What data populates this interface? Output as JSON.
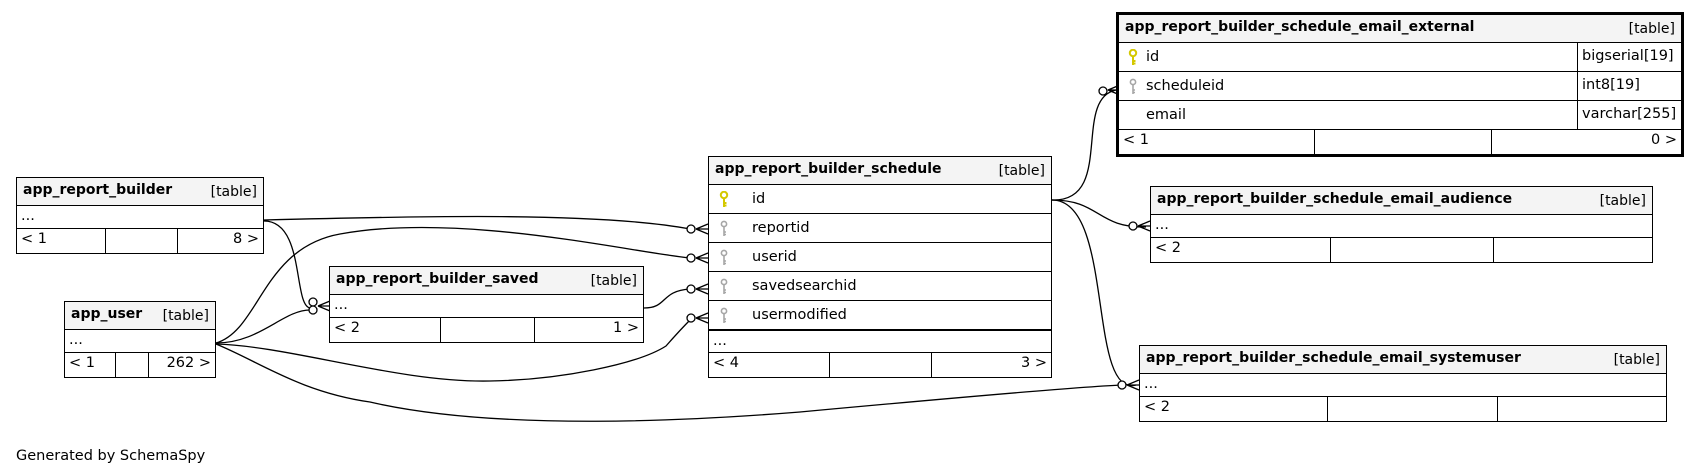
{
  "tables": {
    "report_builder": {
      "name": "app_report_builder",
      "kind": "[table]",
      "ellipsis": "...",
      "prev": "< 1",
      "next": "8 >"
    },
    "user": {
      "name": "app_user",
      "kind": "[table]",
      "ellipsis": "...",
      "prev": "< 1",
      "next": "262 >"
    },
    "saved": {
      "name": "app_report_builder_saved",
      "kind": "[table]",
      "ellipsis": "...",
      "prev": "< 2",
      "next": "1 >"
    },
    "schedule": {
      "name": "app_report_builder_schedule",
      "kind": "[table]",
      "columns": [
        {
          "name": "id",
          "key": "primary"
        },
        {
          "name": "reportid",
          "key": "foreign"
        },
        {
          "name": "userid",
          "key": "foreign"
        },
        {
          "name": "savedsearchid",
          "key": "foreign"
        },
        {
          "name": "usermodified",
          "key": "foreign"
        }
      ],
      "ellipsis": "...",
      "prev": "< 4",
      "next": "3 >"
    },
    "external": {
      "name": "app_report_builder_schedule_email_external",
      "kind": "[table]",
      "columns": [
        {
          "name": "id",
          "type": "bigserial[19]",
          "key": "primary"
        },
        {
          "name": "scheduleid",
          "type": "int8[19]",
          "key": "foreign"
        },
        {
          "name": "email",
          "type": "varchar[255]",
          "key": "none"
        }
      ],
      "prev": "< 1",
      "next": "0 >"
    },
    "audience": {
      "name": "app_report_builder_schedule_email_audience",
      "kind": "[table]",
      "ellipsis": "...",
      "prev": "< 2",
      "next": ""
    },
    "systemuser": {
      "name": "app_report_builder_schedule_email_systemuser",
      "kind": "[table]",
      "ellipsis": "...",
      "prev": "< 2",
      "next": ""
    }
  },
  "credit": "Generated by SchemaSpy",
  "colors": {
    "primary_key": "#d4c800",
    "foreign_key": "#a6a6a6",
    "header_bg": "#f4f4f4"
  },
  "icons": {
    "primary": "key-icon",
    "foreign": "key-icon"
  }
}
